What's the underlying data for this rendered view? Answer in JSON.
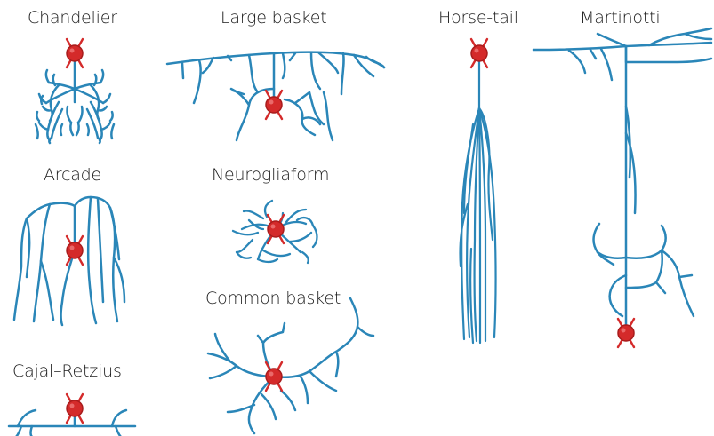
{
  "colors": {
    "axon": "#2a86b8",
    "soma": "#d42a2a",
    "soma_dark": "#a81c1c",
    "text": "#1a1a1a",
    "background": "#ffffff"
  },
  "icons": [
    "soma-icon"
  ],
  "neurons": [
    {
      "id": "chandelier",
      "label": "Chandelier"
    },
    {
      "id": "large-basket",
      "label": "Large basket"
    },
    {
      "id": "horse-tail",
      "label": "Horse-tail"
    },
    {
      "id": "martinotti",
      "label": "Martinotti"
    },
    {
      "id": "arcade",
      "label": "Arcade"
    },
    {
      "id": "neurogliaform",
      "label": "Neurogliaform"
    },
    {
      "id": "common-basket",
      "label": "Common basket"
    },
    {
      "id": "cajal-retzius",
      "label": "Cajal–Retzius"
    }
  ]
}
